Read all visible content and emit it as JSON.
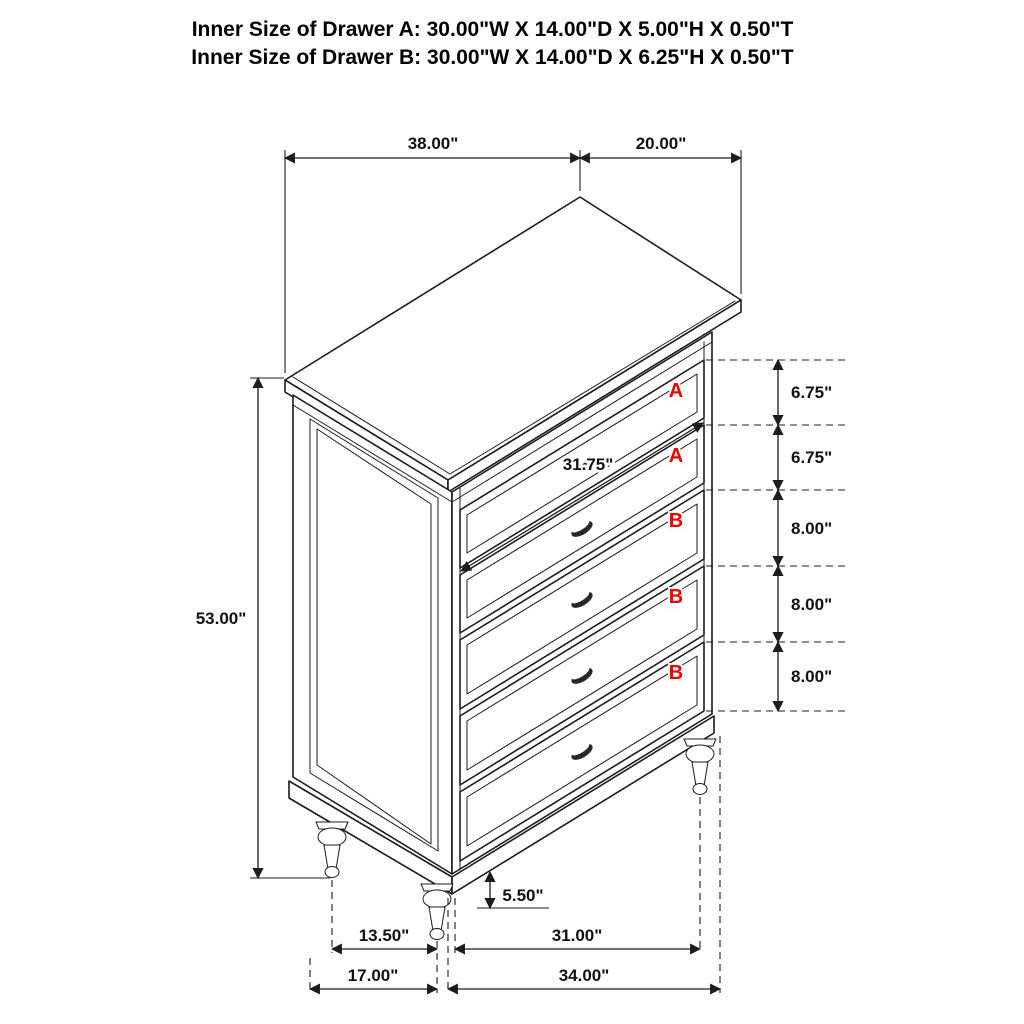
{
  "title": {
    "line1": "Inner Size of Drawer A: 30.00\"W X 14.00\"D X 5.00\"H X 0.50\"T",
    "line2": "Inner Size of Drawer B: 30.00\"W X 14.00\"D X 6.25\"H X 0.50\"T"
  },
  "dimensions": {
    "top_width": "38.00\"",
    "top_depth": "20.00\"",
    "height": "53.00\"",
    "drawer_width": "31.75\"",
    "drawer_heights": [
      "6.75\"",
      "6.75\"",
      "8.00\"",
      "8.00\"",
      "8.00\""
    ],
    "leg_height": "5.50\"",
    "leg_spacing_side": "13.50\"",
    "leg_spacing_front": "31.00\"",
    "base_depth": "17.00\"",
    "base_width": "34.00\""
  },
  "drawer_labels": [
    "A",
    "A",
    "B",
    "B",
    "B"
  ],
  "colors": {
    "line": "#1c1c1c",
    "label_red": "#f00000",
    "background": "#ffffff"
  }
}
